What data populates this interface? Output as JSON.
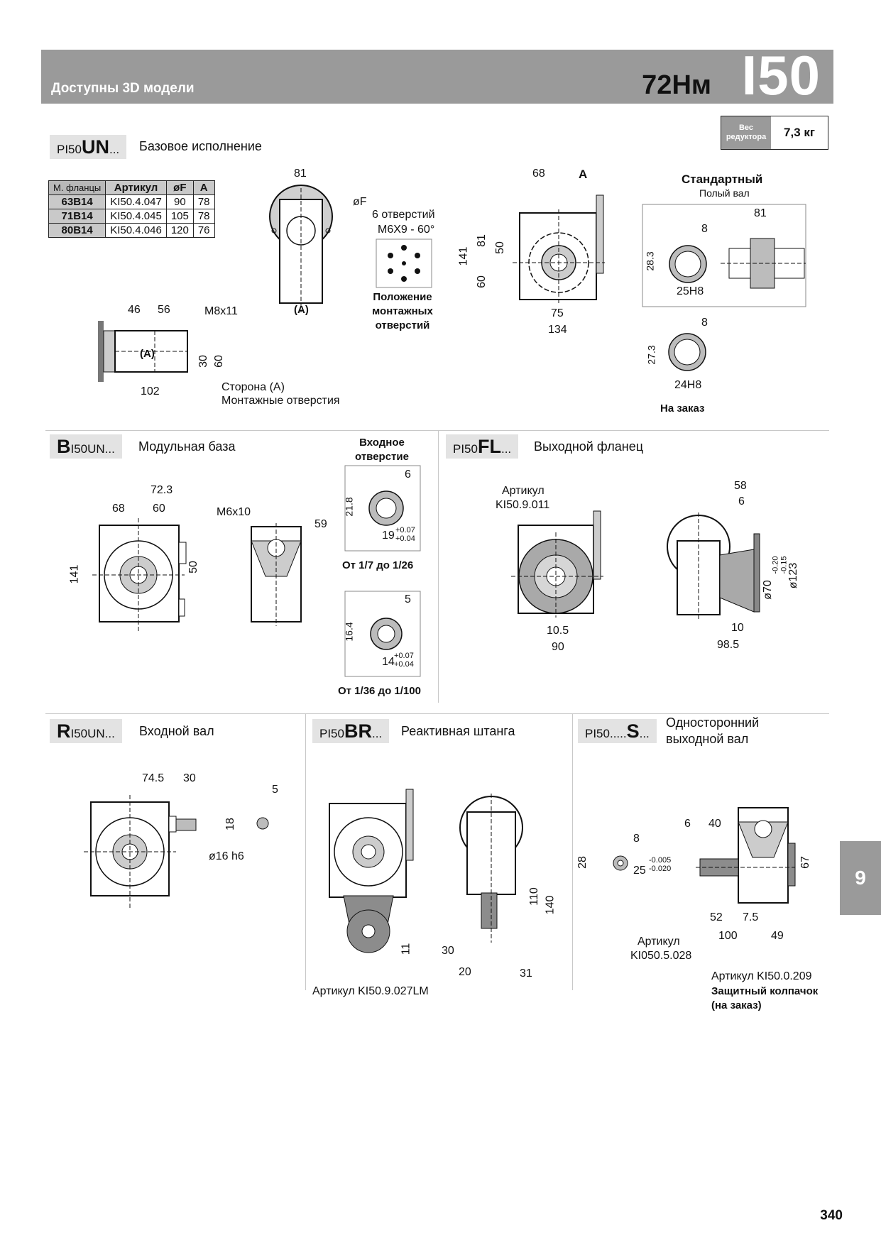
{
  "header": {
    "subtitle": "Доступны 3D модели",
    "torque": "72Нм",
    "model": "I50"
  },
  "weight": {
    "label": "Вес\nредуктора",
    "value": "7,3 кг"
  },
  "section_un": {
    "code_prefix": "PI50",
    "code_big": "UN",
    "code_suffix": "...",
    "title": "Базовое исполнение",
    "table": {
      "headers": [
        "М. фланцы",
        "Артикул",
        "øF",
        "A"
      ],
      "rows": [
        [
          "63B14",
          "KI50.4.047",
          "90",
          "78"
        ],
        [
          "71B14",
          "KI50.4.045",
          "105",
          "78"
        ],
        [
          "80B14",
          "KI50.4.046",
          "120",
          "76"
        ]
      ]
    },
    "dims": {
      "d81_top": "81",
      "f_label": "øF",
      "holes_1": "6 отверстий",
      "holes_2": "M6X9 - 60°",
      "side_a": "(A)",
      "d46": "46",
      "d56": "56",
      "m8": "M8x11",
      "d102": "102",
      "d30": "30",
      "d60": "60",
      "side_note_1": "Сторона (A)",
      "side_note_2": "Монтажные отверстия",
      "mount_1": "Положение",
      "mount_2": "монтажных",
      "mount_3": "отверстий",
      "d68": "68",
      "dA": "A",
      "d141": "141",
      "d81v": "81",
      "d50": "50",
      "d60v": "60",
      "d75": "75",
      "d134": "134"
    },
    "shaft_std": {
      "title": "Стандартный",
      "subtitle": "Полый вал",
      "d81": "81",
      "d8": "8",
      "d28": "28.3",
      "h8": "25H8"
    },
    "shaft_order": {
      "d8": "8",
      "d27": "27.3",
      "h8": "24H8",
      "label": "На заказ"
    }
  },
  "section_b": {
    "code_big_prefix": "B",
    "code_rest": "I50UN...",
    "title": "Модульная база",
    "input_hole": "Входное\nотверстие",
    "dims": {
      "d72": "72.3",
      "d68": "68",
      "d60": "60",
      "d141": "141",
      "d50": "50",
      "m6": "M6x10",
      "d59": "59"
    },
    "hole_a": {
      "d6": "6",
      "d21": "21.8",
      "d19": "19",
      "tol_up": "+0.07",
      "tol_dn": "+0.04",
      "label": "От 1/7 до 1/26"
    },
    "hole_b": {
      "d5": "5",
      "d16": "16.4",
      "d14": "14",
      "tol_up": "+0.07",
      "tol_dn": "+0.04",
      "label": "От 1/36 до 1/100"
    }
  },
  "section_fl": {
    "code_prefix": "PI50",
    "code_big": "FL",
    "code_suffix": "...",
    "title": "Выходной фланец",
    "article_1": "Артикул",
    "article_2": "KI50.9.011",
    "dims": {
      "d58": "58",
      "d6": "6",
      "d70": "ø70",
      "tol_up": "-0.20",
      "tol_dn": "-0.15",
      "d123": "ø123",
      "d10": "10",
      "d98": "98.5",
      "d10_5": "10.5",
      "d90": "90"
    }
  },
  "section_r": {
    "code_big_prefix": "R",
    "code_rest": "I50UN...",
    "title": "Входной вал",
    "dims": {
      "d74": "74.5",
      "d30": "30",
      "d5": "5",
      "d18": "18",
      "d16": "ø16 h6"
    }
  },
  "section_br": {
    "code_prefix": "PI50",
    "code_big": "BR",
    "code_suffix": "...",
    "title": "Реактивная штанга",
    "article": "Артикул KI50.9.027LM",
    "dims": {
      "d110": "110",
      "d140": "140",
      "d11": "11",
      "d30": "30",
      "d20": "20",
      "d31": "31"
    }
  },
  "section_s": {
    "code_prefix": "PI50.....",
    "code_big": "S",
    "code_suffix": "...",
    "title_1": "Односторонний",
    "title_2": "выходной вал",
    "dims": {
      "d8": "8",
      "d28": "28",
      "d25": "25",
      "tol_up": "-0.005",
      "tol_dn": "-0.020",
      "d6": "6",
      "d40": "40",
      "d67": "67",
      "d52": "52",
      "d7_5": "7.5",
      "d100": "100",
      "d49": "49"
    },
    "article_1": "Артикул",
    "article_2": "KI050.5.028",
    "cap_article": "Артикул KI50.0.209",
    "cap_1": "Защитный колпачок",
    "cap_2": "(на заказ)"
  },
  "chapter_tab": "9",
  "page_number": "340"
}
